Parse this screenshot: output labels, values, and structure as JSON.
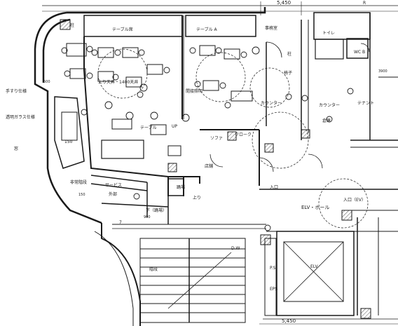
{
  "diagram": {
    "colors": {
      "ink": "#1a1a1a",
      "paper": "#ffffff",
      "hatch": "#555555"
    },
    "labels": {
      "table_tl": "テーブル席",
      "table_a": "テーブル A",
      "upholstery": "上り天井・1400天井",
      "column_left": "柱",
      "handrail": "手すり仕様",
      "glass_cs": "透明ガラス仕様",
      "table_2": "テーブル",
      "ceiling_light": "間接照明",
      "chair_1": "椅子",
      "counter": "カウンター",
      "cloak": "クローク",
      "sofa_nav": "ソファ",
      "pillar_right_top": "柱",
      "ground_floor": "事務室",
      "counter_2": "カウンター",
      "store": "倉庫",
      "elev_hall": "ELV・ホール",
      "entrance": "入口（EV）",
      "exit_1": "入口",
      "shop_label": "店舗",
      "stair_label": "階段",
      "stair_num": "D.W",
      "mark_d": "下（踊場）",
      "elv_label": "ELV",
      "dim_bottom": "5,450",
      "dim_top": "5,450",
      "area_num": "150",
      "service": "サービス",
      "window": "窓",
      "outside_wall": "外部",
      "landing": "踊場",
      "to_floor": "上り",
      "ex_stair": "非常階段",
      "tenant": "テナント",
      "up": "UP",
      "toilet": "トイレ",
      "ps": "P.S",
      "eps": "EPS",
      "wc_b": "WC B",
      "arrow_x": "R",
      "col_num": "7",
      "n_900": "900",
      "n_500": "500",
      "n_150": "150",
      "n_3900": "3900"
    }
  }
}
